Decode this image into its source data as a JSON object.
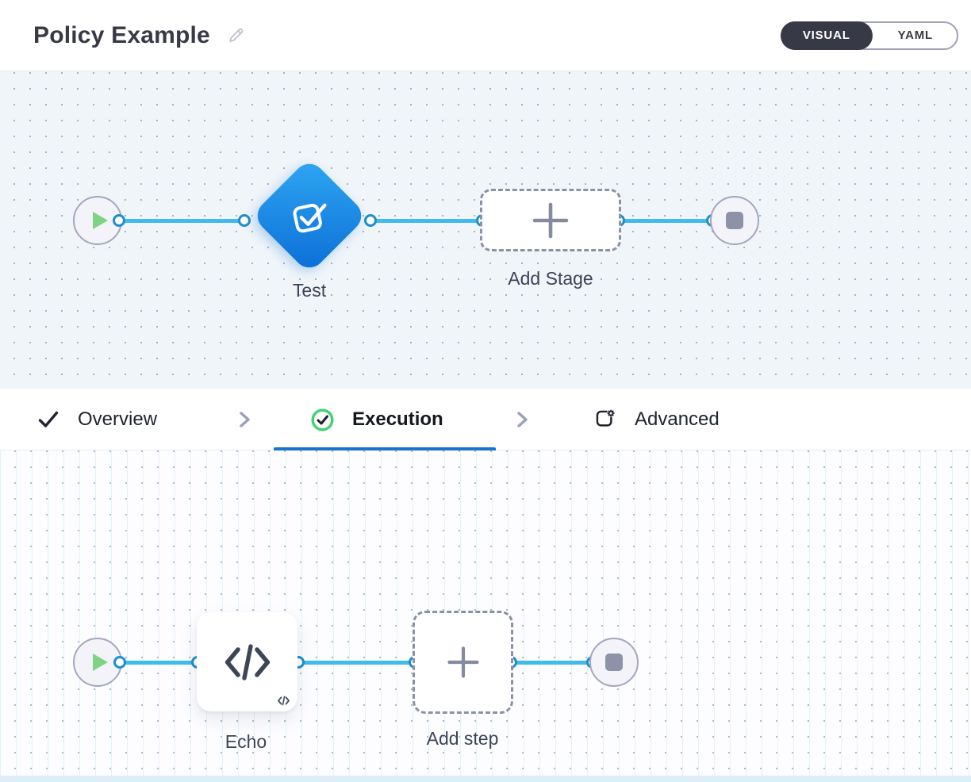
{
  "header": {
    "title": "Policy Example",
    "view_toggle": {
      "options": [
        {
          "label": "VISUAL",
          "selected": true
        },
        {
          "label": "YAML",
          "selected": false
        }
      ]
    }
  },
  "tabs": {
    "items": [
      {
        "label": "Overview",
        "icon": "check-icon",
        "state": "complete"
      },
      {
        "label": "Execution",
        "icon": "check-circle-icon",
        "state": "active"
      },
      {
        "label": "Advanced",
        "icon": "settings-square-icon",
        "state": "default"
      }
    ]
  },
  "stage_canvas": {
    "nodes": [
      {
        "type": "start",
        "icon": "play-icon"
      },
      {
        "type": "stage",
        "label": "Test",
        "icon": "check-square-icon"
      },
      {
        "type": "add-stage",
        "label": "Add Stage",
        "icon": "plus-icon"
      },
      {
        "type": "end",
        "icon": "stop-icon"
      }
    ]
  },
  "step_canvas": {
    "nodes": [
      {
        "type": "start",
        "icon": "play-icon"
      },
      {
        "type": "step",
        "label": "Echo",
        "icon": "code-icon"
      },
      {
        "type": "add-step",
        "label": "Add step",
        "icon": "plus-icon"
      },
      {
        "type": "end",
        "icon": "stop-icon"
      }
    ]
  },
  "colors": {
    "accent_blue": "#1773cf",
    "connector_blue": "#41bbee",
    "node_gradient_start": "#2fa7f3",
    "node_gradient_end": "#0b6ed6",
    "success_green": "#3fd26d",
    "play_green": "#7ed483",
    "dark_slate": "#383946"
  }
}
